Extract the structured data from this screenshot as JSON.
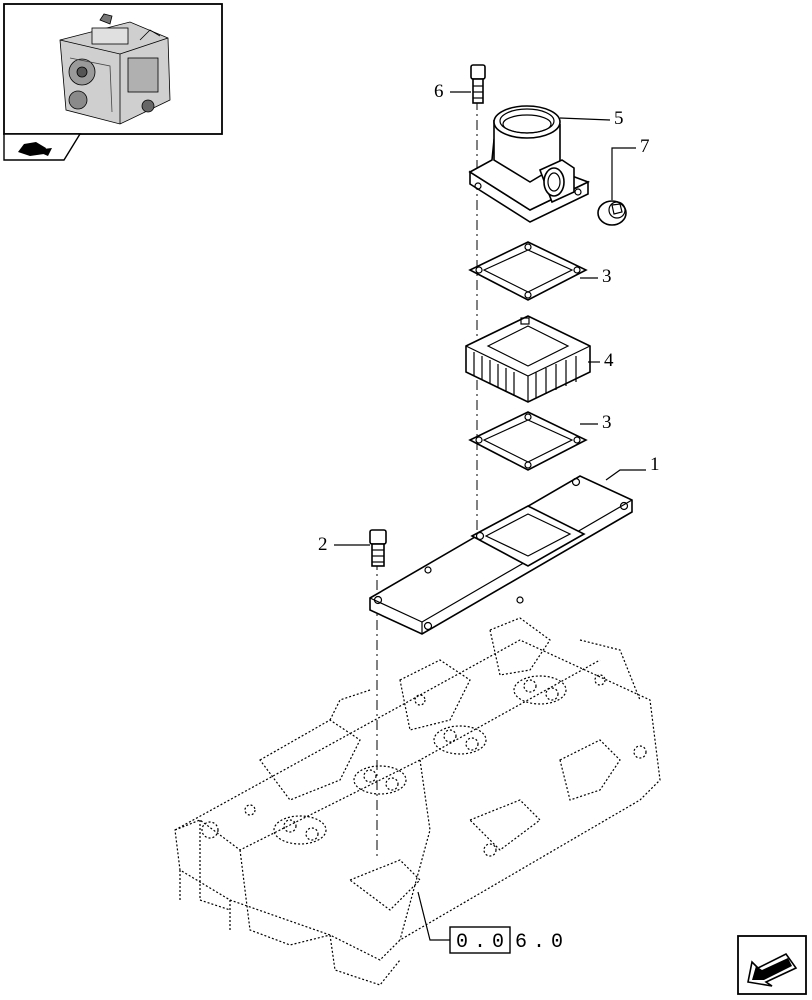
{
  "callouts": [
    {
      "id": "c1",
      "label": "1"
    },
    {
      "id": "c2",
      "label": "2"
    },
    {
      "id": "c3a",
      "label": "3"
    },
    {
      "id": "c3b",
      "label": "3"
    },
    {
      "id": "c4",
      "label": "4"
    },
    {
      "id": "c5",
      "label": "5"
    },
    {
      "id": "c6",
      "label": "6"
    },
    {
      "id": "c7",
      "label": "7"
    }
  ],
  "reference": {
    "boxed_digits": [
      "0",
      "0"
    ],
    "plain_digits": [
      "6",
      "0"
    ],
    "separator": "."
  },
  "icons": {
    "thumbnail": "engine-thumbnail-icon",
    "section_tab": "engine-section-icon",
    "navigation": "next-page-arrow-icon"
  }
}
